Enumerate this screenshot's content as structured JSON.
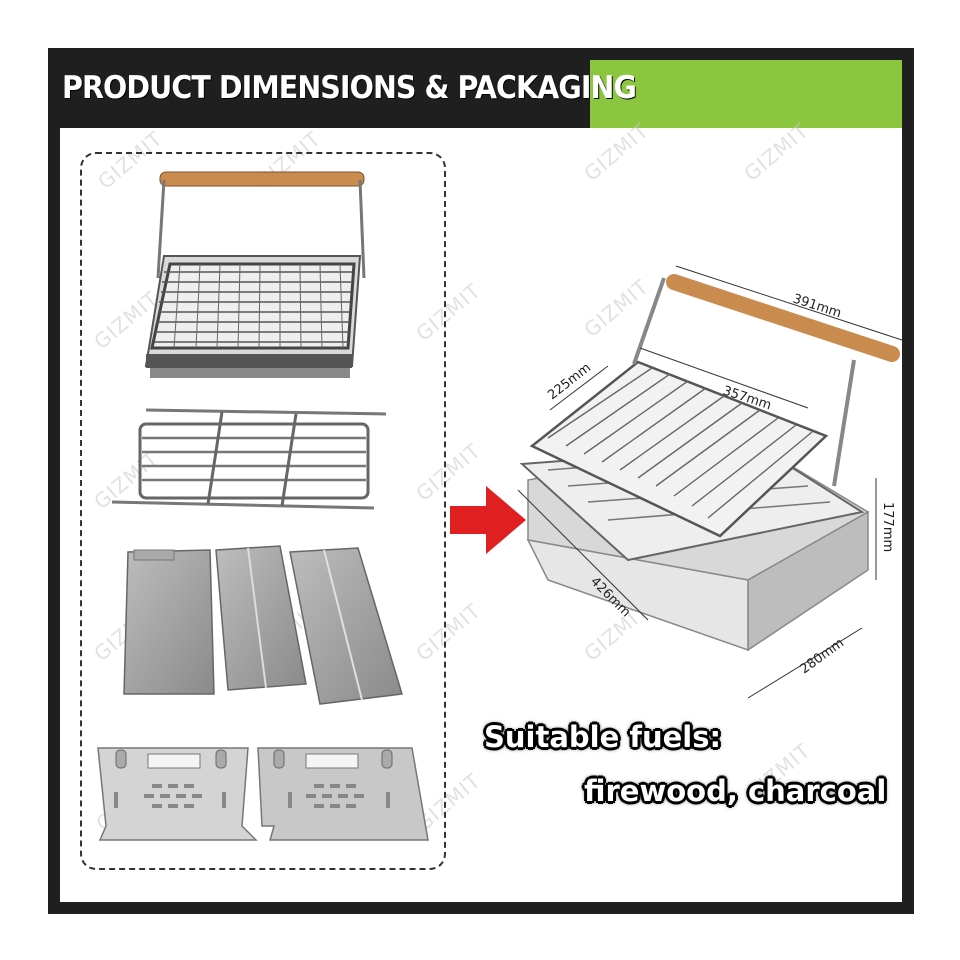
{
  "header": {
    "title": "PRODUCT DIMENSIONS & PACKAGING",
    "accent_color": "#8cc63f",
    "frame_color": "#1f1f1f"
  },
  "watermark": "GIZMIT",
  "parts": [
    {
      "name": "grill-basket-with-handle"
    },
    {
      "name": "cooking-grate"
    },
    {
      "name": "side-panels"
    },
    {
      "name": "end-panels"
    }
  ],
  "arrow": {
    "color": "#e02020",
    "icon": "right-arrow-icon"
  },
  "dimensions": {
    "top_width": "391mm",
    "grate_length": "357mm",
    "grate_depth": "225mm",
    "base_length": "426mm",
    "base_depth": "280mm",
    "height": "177mm"
  },
  "fuel": {
    "line1": "Suitable fuels:",
    "line2": "firewood, charcoal"
  }
}
